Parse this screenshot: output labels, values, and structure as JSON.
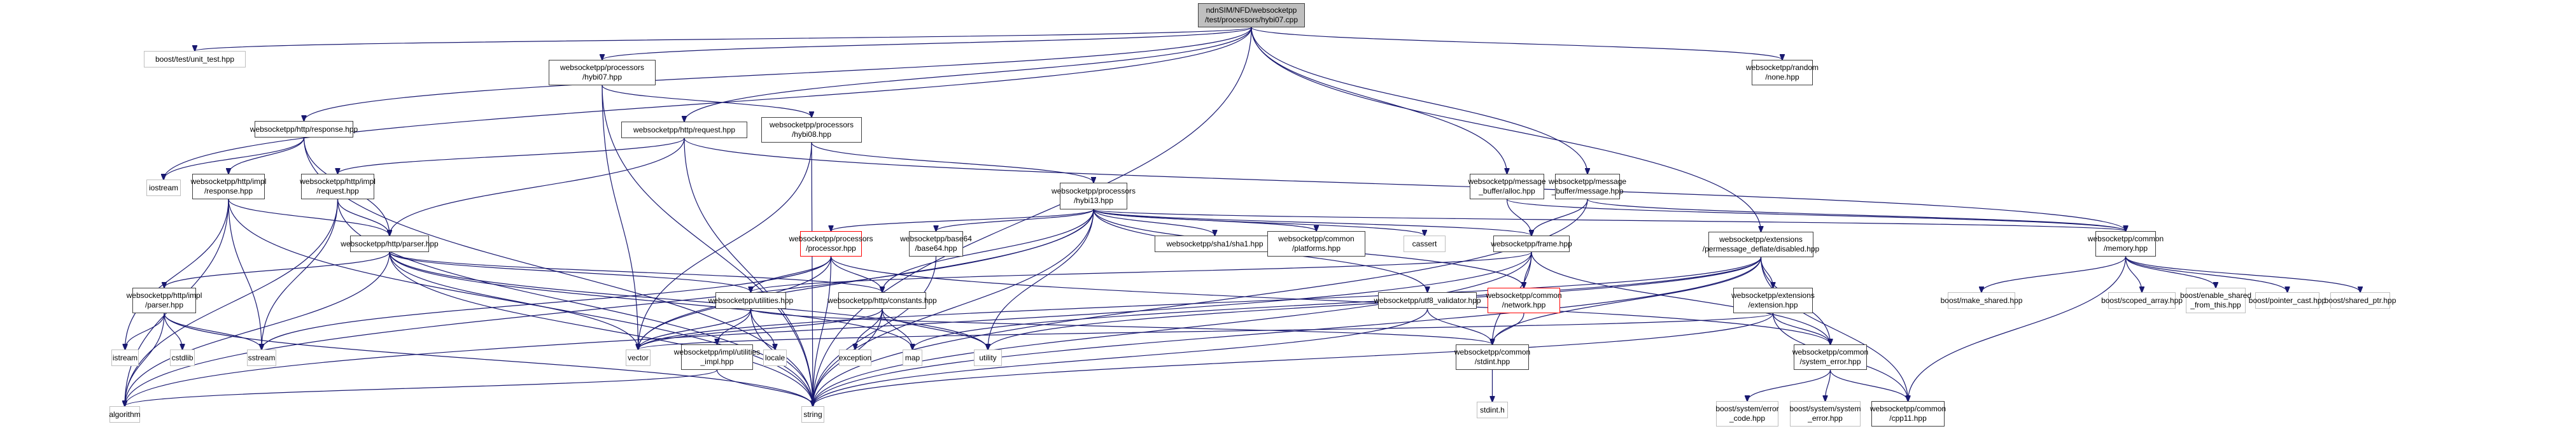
{
  "title": "Include dependency graph for hybi07.cpp",
  "colors": {
    "edge": "#191970",
    "root_fill": "#bfbfbf",
    "node_border": "#404040",
    "external_border": "#bfbfbf",
    "highlight_border": "#ff0000"
  },
  "nodes": [
    {
      "id": "root",
      "label": "ndnSIM/NFD/websocketpp\n/test/processors/hybi07.cpp",
      "kind": "root"
    },
    {
      "id": "unit_test",
      "label": "boost/test/unit_test.hpp",
      "kind": "ext"
    },
    {
      "id": "p_hybi07",
      "label": "websocketpp/processors\n/hybi07.hpp",
      "kind": "int"
    },
    {
      "id": "random_none",
      "label": "websocketpp/random\n/none.hpp",
      "kind": "int"
    },
    {
      "id": "http_response",
      "label": "websocketpp/http/response.hpp",
      "kind": "int"
    },
    {
      "id": "http_request",
      "label": "websocketpp/http/request.hpp",
      "kind": "int"
    },
    {
      "id": "p_hybi08",
      "label": "websocketpp/processors\n/hybi08.hpp",
      "kind": "int"
    },
    {
      "id": "iostream",
      "label": "iostream",
      "kind": "ext"
    },
    {
      "id": "impl_response",
      "label": "websocketpp/http/impl\n/response.hpp",
      "kind": "int"
    },
    {
      "id": "impl_request",
      "label": "websocketpp/http/impl\n/request.hpp",
      "kind": "int"
    },
    {
      "id": "p_hybi13",
      "label": "websocketpp/processors\n/hybi13.hpp",
      "kind": "int"
    },
    {
      "id": "mb_alloc",
      "label": "websocketpp/message\n_buffer/alloc.hpp",
      "kind": "int"
    },
    {
      "id": "mb_message",
      "label": "websocketpp/message\n_buffer/message.hpp",
      "kind": "int"
    },
    {
      "id": "memory",
      "label": "websocketpp/common\n/memory.hpp",
      "kind": "int"
    },
    {
      "id": "http_parser",
      "label": "websocketpp/http/parser.hpp",
      "kind": "int"
    },
    {
      "id": "processor",
      "label": "websocketpp/processors\n/processor.hpp",
      "kind": "red"
    },
    {
      "id": "base64",
      "label": "websocketpp/base64\n/base64.hpp",
      "kind": "int"
    },
    {
      "id": "sha1",
      "label": "websocketpp/sha1/sha1.hpp",
      "kind": "int"
    },
    {
      "id": "platforms",
      "label": "websocketpp/common\n/platforms.hpp",
      "kind": "int"
    },
    {
      "id": "cassert",
      "label": "cassert",
      "kind": "ext"
    },
    {
      "id": "frame",
      "label": "websocketpp/frame.hpp",
      "kind": "int"
    },
    {
      "id": "pmd_disabled",
      "label": "websocketpp/extensions\n/permessage_deflate/disabled.hpp",
      "kind": "int"
    },
    {
      "id": "impl_parser",
      "label": "websocketpp/http/impl\n/parser.hpp",
      "kind": "int"
    },
    {
      "id": "utilities",
      "label": "websocketpp/utilities.hpp",
      "kind": "int"
    },
    {
      "id": "http_constants",
      "label": "websocketpp/http/constants.hpp",
      "kind": "int"
    },
    {
      "id": "utf8",
      "label": "websocketpp/utf8_validator.hpp",
      "kind": "int"
    },
    {
      "id": "network",
      "label": "websocketpp/common\n/network.hpp",
      "kind": "red"
    },
    {
      "id": "extension",
      "label": "websocketpp/extensions\n/extension.hpp",
      "kind": "int"
    },
    {
      "id": "make_shared",
      "label": "boost/make_shared.hpp",
      "kind": "ext"
    },
    {
      "id": "scoped_array",
      "label": "boost/scoped_array.hpp",
      "kind": "ext"
    },
    {
      "id": "enable_shared",
      "label": "boost/enable_shared\n_from_this.hpp",
      "kind": "ext"
    },
    {
      "id": "pointer_cast",
      "label": "boost/pointer_cast.hpp",
      "kind": "ext"
    },
    {
      "id": "shared_ptr",
      "label": "boost/shared_ptr.hpp",
      "kind": "ext"
    },
    {
      "id": "istream",
      "label": "istream",
      "kind": "ext"
    },
    {
      "id": "cstdlib",
      "label": "cstdlib",
      "kind": "ext"
    },
    {
      "id": "sstream",
      "label": "sstream",
      "kind": "ext"
    },
    {
      "id": "vector",
      "label": "vector",
      "kind": "ext"
    },
    {
      "id": "utilities_impl",
      "label": "websocketpp/impl/utilities\n_impl.hpp",
      "kind": "int"
    },
    {
      "id": "locale",
      "label": "locale",
      "kind": "ext"
    },
    {
      "id": "exception",
      "label": "exception",
      "kind": "ext"
    },
    {
      "id": "map",
      "label": "map",
      "kind": "ext"
    },
    {
      "id": "utility",
      "label": "utility",
      "kind": "ext"
    },
    {
      "id": "stdint",
      "label": "websocketpp/common\n/stdint.hpp",
      "kind": "int"
    },
    {
      "id": "system_error",
      "label": "websocketpp/common\n/system_error.hpp",
      "kind": "int"
    },
    {
      "id": "algorithm",
      "label": "algorithm",
      "kind": "ext"
    },
    {
      "id": "string",
      "label": "string",
      "kind": "ext"
    },
    {
      "id": "stdint_h",
      "label": "stdint.h",
      "kind": "ext"
    },
    {
      "id": "error_code",
      "label": "boost/system/error\n_code.hpp",
      "kind": "ext"
    },
    {
      "id": "sys_system_error",
      "label": "boost/system/system\n_error.hpp",
      "kind": "ext"
    },
    {
      "id": "cpp11",
      "label": "websocketpp/common\n/cpp11.hpp",
      "kind": "int"
    }
  ],
  "edges": [
    [
      "root",
      "unit_test"
    ],
    [
      "root",
      "p_hybi07"
    ],
    [
      "root",
      "random_none"
    ],
    [
      "root",
      "http_response"
    ],
    [
      "root",
      "http_request"
    ],
    [
      "root",
      "iostream"
    ],
    [
      "root",
      "string"
    ],
    [
      "root",
      "mb_alloc"
    ],
    [
      "root",
      "mb_message"
    ],
    [
      "root",
      "pmd_disabled"
    ],
    [
      "p_hybi07",
      "p_hybi08"
    ],
    [
      "p_hybi07",
      "vector"
    ],
    [
      "p_hybi07",
      "string"
    ],
    [
      "http_response",
      "iostream"
    ],
    [
      "http_response",
      "impl_response"
    ],
    [
      "http_response",
      "http_parser"
    ],
    [
      "http_response",
      "string"
    ],
    [
      "http_request",
      "http_parser"
    ],
    [
      "http_request",
      "impl_request"
    ],
    [
      "http_request",
      "string"
    ],
    [
      "http_request",
      "memory"
    ],
    [
      "p_hybi08",
      "p_hybi13"
    ],
    [
      "p_hybi08",
      "vector"
    ],
    [
      "p_hybi08",
      "string"
    ],
    [
      "impl_response",
      "http_parser"
    ],
    [
      "impl_response",
      "istream"
    ],
    [
      "impl_response",
      "sstream"
    ],
    [
      "impl_response",
      "string"
    ],
    [
      "impl_response",
      "algorithm"
    ],
    [
      "impl_request",
      "http_parser"
    ],
    [
      "impl_request",
      "sstream"
    ],
    [
      "impl_request",
      "string"
    ],
    [
      "impl_request",
      "algorithm"
    ],
    [
      "p_hybi13",
      "processor"
    ],
    [
      "p_hybi13",
      "base64"
    ],
    [
      "p_hybi13",
      "sha1"
    ],
    [
      "p_hybi13",
      "platforms"
    ],
    [
      "p_hybi13",
      "cassert"
    ],
    [
      "p_hybi13",
      "frame"
    ],
    [
      "p_hybi13",
      "network"
    ],
    [
      "p_hybi13",
      "utf8"
    ],
    [
      "p_hybi13",
      "http_constants"
    ],
    [
      "p_hybi13",
      "utility"
    ],
    [
      "p_hybi13",
      "vector"
    ],
    [
      "p_hybi13",
      "string"
    ],
    [
      "p_hybi13",
      "algorithm"
    ],
    [
      "p_hybi13",
      "memory"
    ],
    [
      "mb_alloc",
      "frame"
    ],
    [
      "mb_alloc",
      "memory"
    ],
    [
      "mb_message",
      "frame"
    ],
    [
      "mb_message",
      "memory"
    ],
    [
      "mb_message",
      "string"
    ],
    [
      "memory",
      "make_shared"
    ],
    [
      "memory",
      "scoped_array"
    ],
    [
      "memory",
      "enable_shared"
    ],
    [
      "memory",
      "pointer_cast"
    ],
    [
      "memory",
      "shared_ptr"
    ],
    [
      "memory",
      "cpp11"
    ],
    [
      "http_parser",
      "impl_parser"
    ],
    [
      "http_parser",
      "utilities"
    ],
    [
      "http_parser",
      "http_constants"
    ],
    [
      "http_parser",
      "map"
    ],
    [
      "http_parser",
      "utility"
    ],
    [
      "http_parser",
      "string"
    ],
    [
      "http_parser",
      "vector"
    ],
    [
      "http_parser",
      "algorithm"
    ],
    [
      "processor",
      "utilities"
    ],
    [
      "processor",
      "http_constants"
    ],
    [
      "processor",
      "sstream"
    ],
    [
      "processor",
      "vector"
    ],
    [
      "processor",
      "string"
    ],
    [
      "processor",
      "system_error"
    ],
    [
      "base64",
      "string"
    ],
    [
      "frame",
      "utilities"
    ],
    [
      "frame",
      "network"
    ],
    [
      "frame",
      "stdint"
    ],
    [
      "frame",
      "system_error"
    ],
    [
      "frame",
      "algorithm"
    ],
    [
      "frame",
      "string"
    ],
    [
      "pmd_disabled",
      "extension"
    ],
    [
      "pmd_disabled",
      "system_error"
    ],
    [
      "pmd_disabled",
      "stdint"
    ],
    [
      "pmd_disabled",
      "cpp11"
    ],
    [
      "pmd_disabled",
      "map"
    ],
    [
      "pmd_disabled",
      "utility"
    ],
    [
      "pmd_disabled",
      "vector"
    ],
    [
      "pmd_disabled",
      "string"
    ],
    [
      "impl_parser",
      "istream"
    ],
    [
      "impl_parser",
      "cstdlib"
    ],
    [
      "impl_parser",
      "sstream"
    ],
    [
      "impl_parser",
      "algorithm"
    ],
    [
      "impl_parser",
      "string"
    ],
    [
      "utilities",
      "utilities_impl"
    ],
    [
      "utilities",
      "locale"
    ],
    [
      "utilities",
      "string"
    ],
    [
      "utilities",
      "vector"
    ],
    [
      "utilities",
      "stdint"
    ],
    [
      "http_constants",
      "exception"
    ],
    [
      "http_constants",
      "map"
    ],
    [
      "http_constants",
      "string"
    ],
    [
      "http_constants",
      "vector"
    ],
    [
      "http_constants",
      "utility"
    ],
    [
      "utf8",
      "stdint"
    ],
    [
      "utf8",
      "string"
    ],
    [
      "network",
      "stdint"
    ],
    [
      "extension",
      "system_error"
    ],
    [
      "extension",
      "cpp11"
    ],
    [
      "extension",
      "vector"
    ],
    [
      "extension",
      "string"
    ],
    [
      "utilities_impl",
      "algorithm"
    ],
    [
      "utilities_impl",
      "string"
    ],
    [
      "stdint",
      "stdint_h"
    ],
    [
      "system_error",
      "error_code"
    ],
    [
      "system_error",
      "sys_system_error"
    ],
    [
      "system_error",
      "cpp11"
    ]
  ]
}
